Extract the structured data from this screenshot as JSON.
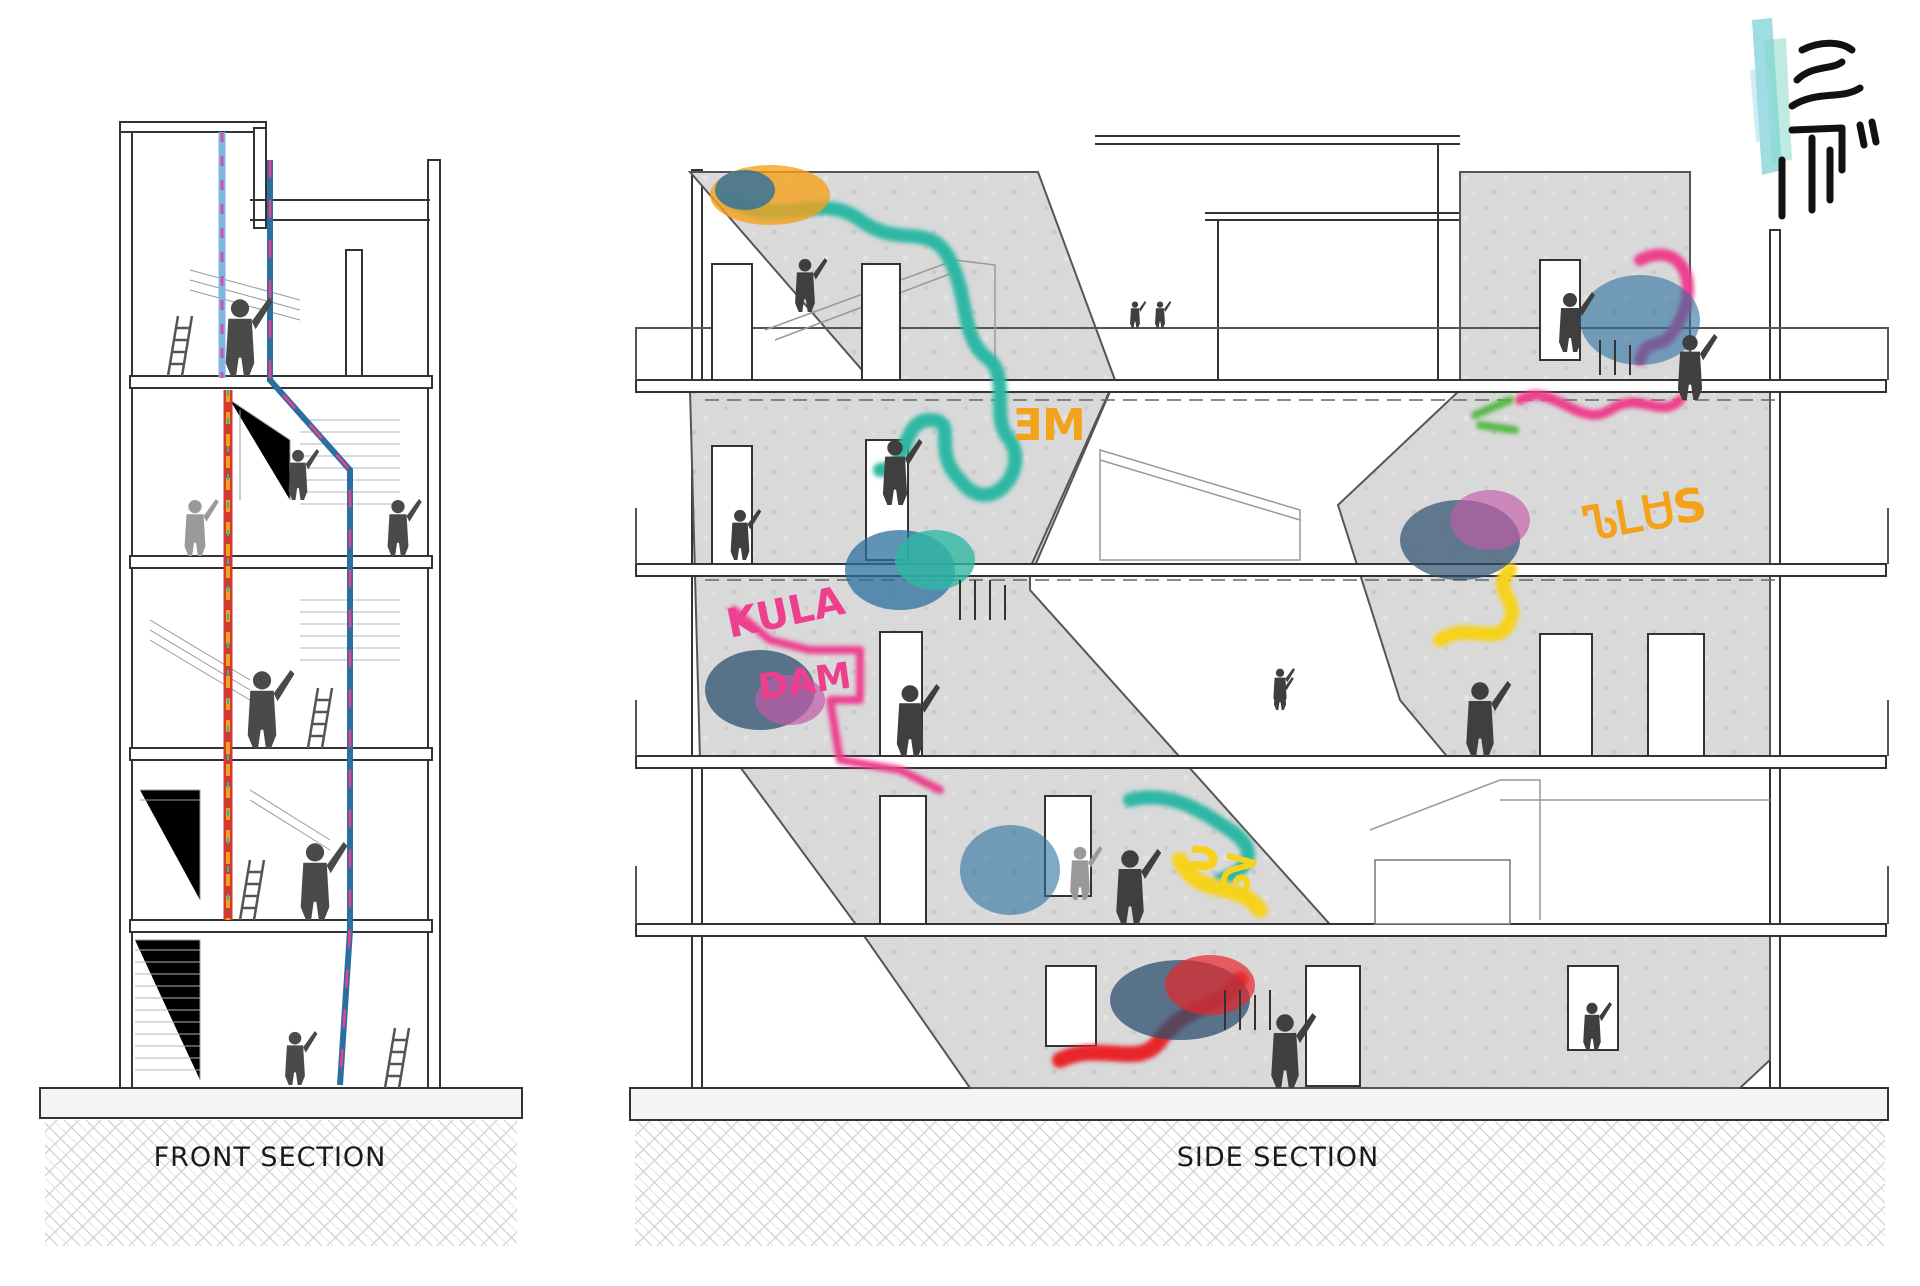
{
  "sections": {
    "front": {
      "label": "FRONT SECTION"
    },
    "side": {
      "label": "SIDE SECTION"
    }
  },
  "graffiti_tags": {
    "tag_1": "KULA",
    "tag_2": "DAM",
    "tag_3": "ƎM",
    "tag_4": "ᏖᏞᏌS",
    "tag_5": "Ꙅᘔ"
  },
  "colors": {
    "concrete": "#dcdcdc",
    "line": "#3a3a3a",
    "teal": "#2fb8a4",
    "pink": "#ee3f8f",
    "orange": "#f4a11b",
    "yellow": "#f7d21c",
    "red": "#e8262b",
    "green": "#56b947",
    "silhouette": "#4a4a4a"
  },
  "icons": {
    "logo": "calligraphy-logo-icon",
    "ladder": "ladder-icon",
    "person": "person-silhouette-icon"
  }
}
